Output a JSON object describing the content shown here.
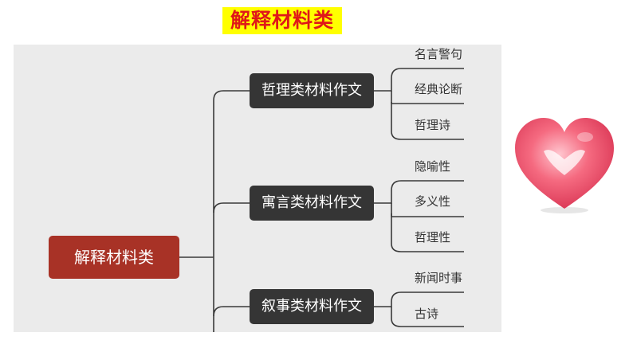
{
  "title": "解释材料类",
  "root": {
    "label": "解释材料类"
  },
  "categories": [
    {
      "label": "哲理类材料作文",
      "items": [
        "名言警句",
        "经典论断",
        "哲理诗"
      ]
    },
    {
      "label": "寓言类材料作文",
      "items": [
        "隐喻性",
        "多义性",
        "哲理性"
      ]
    },
    {
      "label": "叙事类材料作文",
      "items": [
        "新闻时事",
        "古诗"
      ]
    }
  ],
  "colors": {
    "title_bg": "#ffff00",
    "title_text": "#e01818",
    "root_bg": "#a83226",
    "category_bg": "#353535",
    "panel_bg": "#ebebeb",
    "heart": "#f0506a"
  }
}
